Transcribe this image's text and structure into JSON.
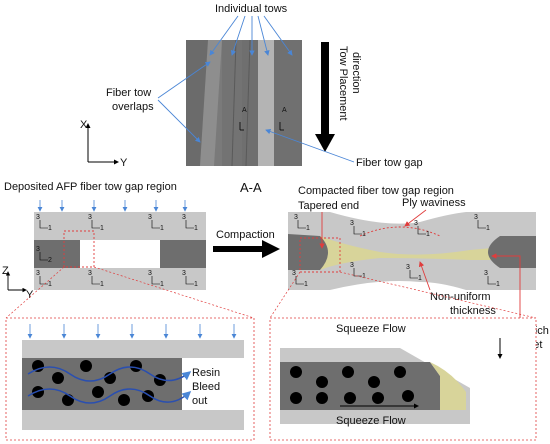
{
  "labels": {
    "individual_tows": "Individual tows",
    "tow_placement_line1": "Tow Placement",
    "tow_placement_line2": "direction",
    "fiber_tow_overlaps_line1": "Fiber tow",
    "fiber_tow_overlaps_line2": "overlaps",
    "fiber_tow_gap": "Fiber tow gap",
    "axis_x": "X",
    "axis_y": "Y",
    "section_a": "A",
    "section_title": "A-A",
    "deposited_region": "Deposited AFP fiber tow gap region",
    "compacted_region": "Compacted fiber tow gap region",
    "compaction": "Compaction",
    "tapered_end": "Tapered end",
    "ply_waviness": "Ply waviness",
    "non_uniform_line1": "Non-uniform",
    "non_uniform_line2": "thickness",
    "axis_z": "Z",
    "resin_rich_line1": "Resin rich",
    "resin_rich_line2": "pocket",
    "squeeze_flow_top": "Squeeze Flow",
    "squeeze_flow_bottom": "Squeeze Flow",
    "resin_bleed_line1": "Resin",
    "resin_bleed_line2": "Bleed",
    "resin_bleed_line3": "out",
    "ply_3": "3",
    "ply_1": "1",
    "ply_2": "2"
  },
  "colors": {
    "tow_dark": "#6d6d6d",
    "tow_light": "#a9a9a9",
    "ply_grey": "#c8c8c8",
    "gap_dark": "#6e6e6e",
    "resin_yellow": "#d8d49a",
    "arrow_blue": "#4a86d6",
    "leader_red": "#e03c3c",
    "fiber_black": "#000000"
  }
}
